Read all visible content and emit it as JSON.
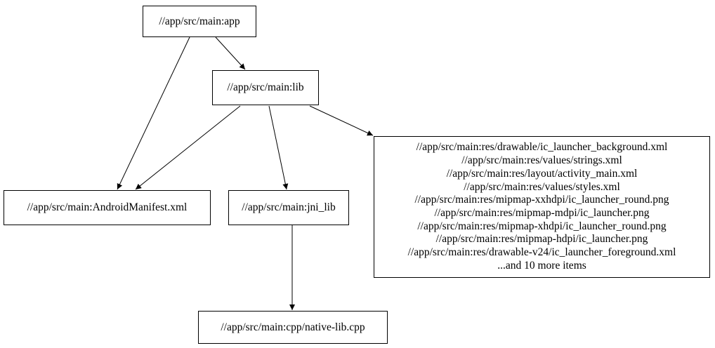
{
  "diagram": {
    "type": "directed-dependency-graph",
    "colors": {
      "background": "#ffffff",
      "node_border": "#000000",
      "edge": "#000000",
      "text": "#000000"
    },
    "nodes": {
      "app": {
        "label": "//app/src/main:app"
      },
      "lib": {
        "label": "//app/src/main:lib"
      },
      "android_manifest": {
        "label": "//app/src/main:AndroidManifest.xml"
      },
      "jni_lib": {
        "label": "//app/src/main:jni_lib"
      },
      "native_lib": {
        "label": "//app/src/main:cpp/native-lib.cpp"
      },
      "resources": {
        "lines": [
          "//app/src/main:res/drawable/ic_launcher_background.xml",
          "//app/src/main:res/values/strings.xml",
          "//app/src/main:res/layout/activity_main.xml",
          "//app/src/main:res/values/styles.xml",
          "//app/src/main:res/mipmap-xxhdpi/ic_launcher_round.png",
          "//app/src/main:res/mipmap-mdpi/ic_launcher.png",
          "//app/src/main:res/mipmap-xhdpi/ic_launcher_round.png",
          "//app/src/main:res/mipmap-hdpi/ic_launcher.png",
          "//app/src/main:res/drawable-v24/ic_launcher_foreground.xml",
          "...and 10 more items"
        ]
      }
    },
    "edges": [
      {
        "from": "//app/src/main:app",
        "to": "//app/src/main:lib"
      },
      {
        "from": "//app/src/main:app",
        "to": "//app/src/main:AndroidManifest.xml"
      },
      {
        "from": "//app/src/main:lib",
        "to": "//app/src/main:AndroidManifest.xml"
      },
      {
        "from": "//app/src/main:lib",
        "to": "//app/src/main:jni_lib"
      },
      {
        "from": "//app/src/main:lib",
        "to": "resources-group"
      },
      {
        "from": "//app/src/main:jni_lib",
        "to": "//app/src/main:cpp/native-lib.cpp"
      }
    ]
  }
}
